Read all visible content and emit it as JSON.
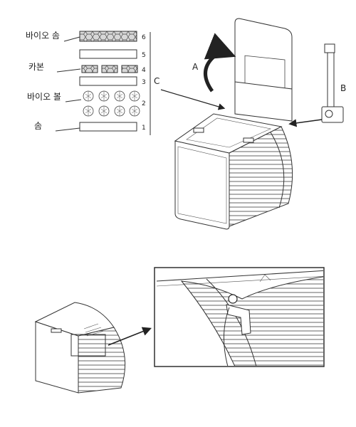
{
  "layers": {
    "labels": {
      "bio_sponge": "바이오 솜",
      "carbon": "카본",
      "bio_ball": "바이오 볼",
      "sponge": "솜"
    },
    "numbers": [
      "1",
      "2",
      "3",
      "4",
      "5",
      "6"
    ]
  },
  "callouts": {
    "a": "A",
    "b": "B",
    "c": "C"
  }
}
